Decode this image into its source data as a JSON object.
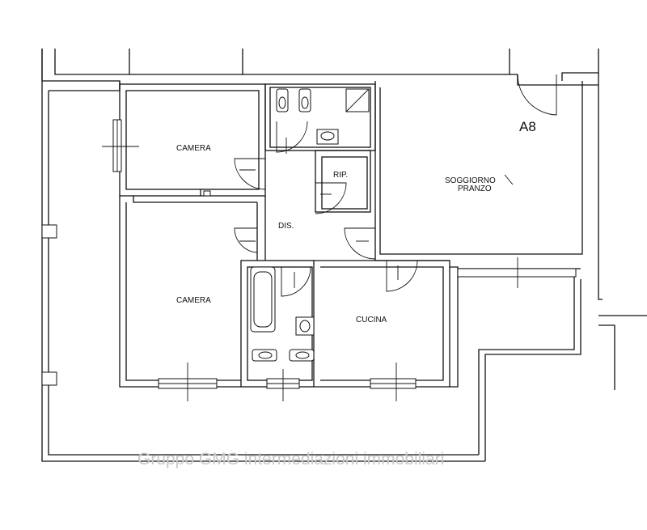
{
  "unit_label": "A8",
  "rooms": {
    "camera_top": "CAMERA",
    "camera_bottom": "CAMERA",
    "soggiorno_line1": "SOGGIORNO",
    "soggiorno_line2": "PRANZO",
    "ripostiglio": "RIP.",
    "disimpegno": "DIS.",
    "cucina": "CUCINA"
  },
  "watermark": "Gruppo GMG intermediazioni immobiliari"
}
